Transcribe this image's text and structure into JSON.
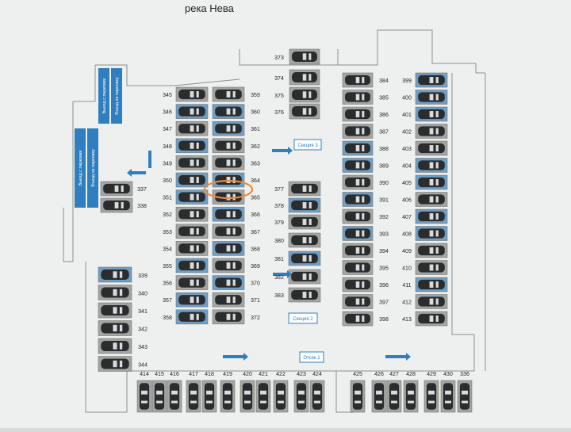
{
  "title": "река Нева",
  "colors": {
    "screen": "#eef0ef",
    "slot": "#a2a5a2",
    "slot_highlight": "#6f9ec4",
    "car": "#2a2c2e",
    "car_glass": "#d9dcde",
    "arrow": "#2f7fc0",
    "highlight_circle": "#ef8a3a",
    "wall": "#8b8f8d"
  },
  "entrance_labels": [
    "Выезд с парковки",
    "Въезд на парковку",
    "Выезд с парковки",
    "Въезд на парковку"
  ],
  "sections": [
    "Секция 3",
    "Секция 2",
    "Отсек 1"
  ],
  "highlighted_spot": "364",
  "spots": {
    "top_column": [
      "373",
      "374",
      "375",
      "376"
    ],
    "left_numbers": [
      "345",
      "346",
      "347",
      "348",
      "349",
      "350",
      "351",
      "352",
      "353",
      "354",
      "355",
      "356",
      "357",
      "358"
    ],
    "mid_numbers": [
      "359",
      "360",
      "361",
      "362",
      "363",
      "364",
      "365",
      "366",
      "367",
      "368",
      "369",
      "370",
      "371",
      "372"
    ],
    "left_pair": [
      "337",
      "338"
    ],
    "left_column": [
      "339",
      "340",
      "341",
      "342",
      "343",
      "344"
    ],
    "center_numbers": [
      "377",
      "378",
      "379",
      "380",
      "381",
      "382",
      "383"
    ],
    "right_a_numbers": [
      "384",
      "385",
      "386",
      "387",
      "388",
      "389",
      "390",
      "391",
      "392",
      "393",
      "394",
      "395",
      "396",
      "397",
      "398"
    ],
    "right_b_numbers": [
      "399",
      "400",
      "401",
      "402",
      "403",
      "404",
      "405",
      "406",
      "407",
      "408",
      "409",
      "410",
      "411",
      "412",
      "413"
    ],
    "bottom_row": [
      "414",
      "415",
      "416",
      "417",
      "418",
      "419",
      "420",
      "421",
      "422",
      "423",
      "424",
      "425",
      "426",
      "427",
      "428",
      "429",
      "430",
      "336"
    ]
  }
}
